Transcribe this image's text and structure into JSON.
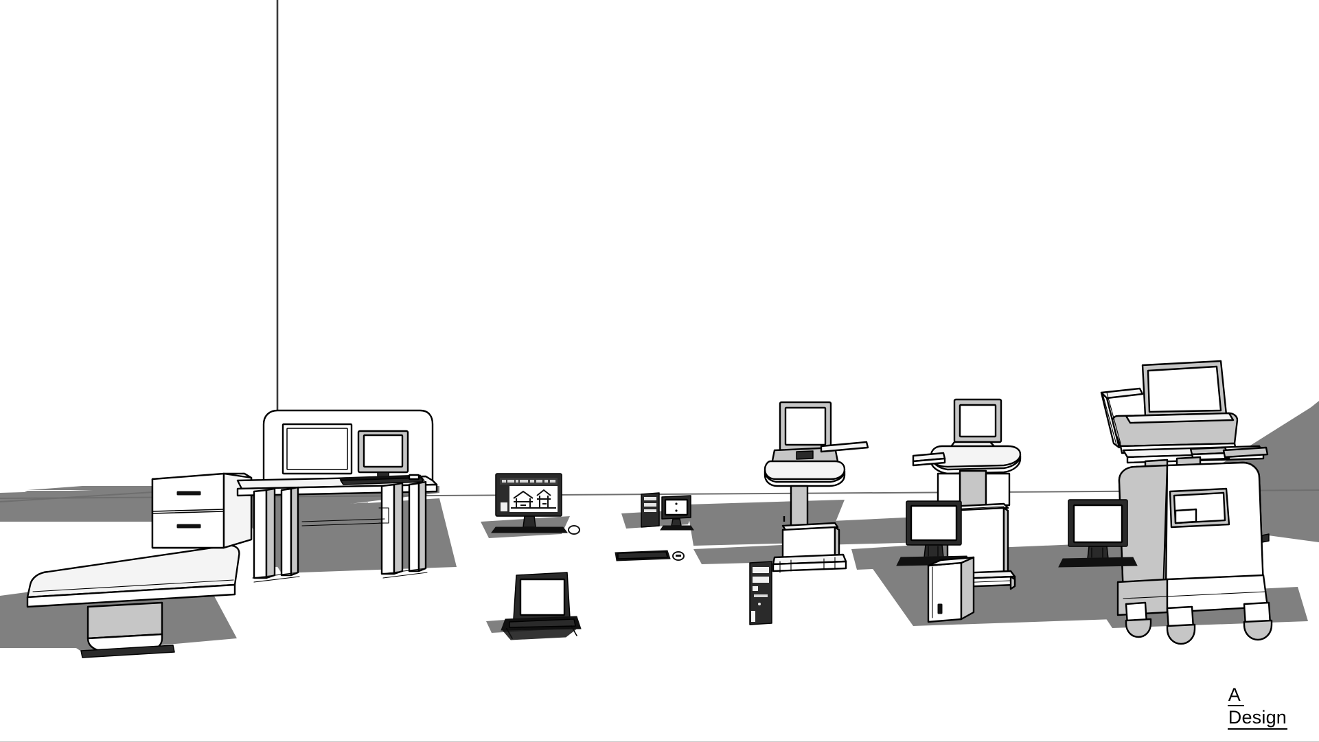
{
  "scene": {
    "title": "Computer Workstation & Medical Cart Lineup",
    "style": "line-art orthographic rendering",
    "background_color": "#ffffff",
    "line_color": "#000000",
    "shadow_color": "#808080",
    "fill_light": "#f2f2f2",
    "fill_mid": "#c8c8c8",
    "fill_dark": "#1a1a1a",
    "ground_line_color": "#6e6e6e",
    "bottom_rule_color": "#c9c9c9"
  },
  "signature": {
    "line1": "A",
    "line2": "Design"
  },
  "objects": [
    {
      "name": "wall-corner-edge",
      "label": "Wall corner edge"
    },
    {
      "name": "mobile-overbed-table",
      "label": "Mobile overbed table"
    },
    {
      "name": "two-drawer-pedestal",
      "label": "Two drawer pedestal cabinet"
    },
    {
      "name": "height-adjustable-desk",
      "label": "Height adjustable desk with laptop, monitor and keyboard"
    },
    {
      "name": "desktop-monitor-cad",
      "label": "Desktop monitor showing CAD drawing"
    },
    {
      "name": "open-laptop",
      "label": "Open laptop on floor"
    },
    {
      "name": "mini-tower-and-monitor",
      "label": "Mini tower with small monitor"
    },
    {
      "name": "keyboard-and-mouse",
      "label": "Keyboard and mouse"
    },
    {
      "name": "wall-arm-workstation-left",
      "label": "Wall mounted arm workstation with monitor and keyboard tray"
    },
    {
      "name": "floor-tower-left",
      "label": "Floor standing computer tower"
    },
    {
      "name": "wall-arm-workstation-right",
      "label": "Wall mounted workstation with monitor, keyboard tray and storage"
    },
    {
      "name": "desktop-monitor-small",
      "label": "Small desktop monitor on riser"
    },
    {
      "name": "desk-tower-right",
      "label": "Desk side computer tower"
    },
    {
      "name": "mobile-medical-cart",
      "label": "Large mobile medical cart with laptop and casters"
    },
    {
      "name": "cart-side-monitor",
      "label": "Monitor beside mobile cart"
    }
  ]
}
